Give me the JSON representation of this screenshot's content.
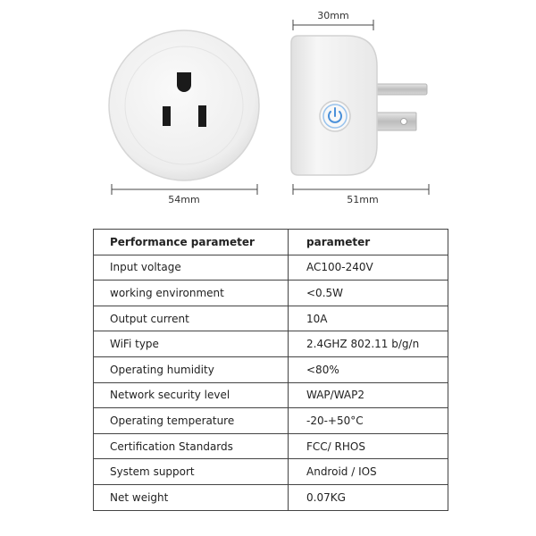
{
  "dimensions": {
    "front_width": "54mm",
    "side_depth": "30mm",
    "side_height": "51mm"
  },
  "table": {
    "headers": [
      "Performance parameter",
      "parameter"
    ],
    "rows": [
      [
        "Input voltage",
        "AC100-240V"
      ],
      [
        "working environment",
        "<0.5W"
      ],
      [
        "Output current",
        "10A"
      ],
      [
        "WiFi type",
        "2.4GHZ 802.11 b/g/n"
      ],
      [
        "Operating humidity",
        "<80%"
      ],
      [
        "Network security level",
        "WAP/WAP2"
      ],
      [
        "Operating temperature",
        "-20-+50°C"
      ],
      [
        "Certification Standards",
        "FCC/ RHOS"
      ],
      [
        "System support",
        "Android / IOS"
      ],
      [
        "Net weight",
        "0.07KG"
      ]
    ]
  },
  "colors": {
    "plug_body": "#f2f2f2",
    "power_button": "#5aa0e6",
    "prongs": "#c8c8c8"
  }
}
